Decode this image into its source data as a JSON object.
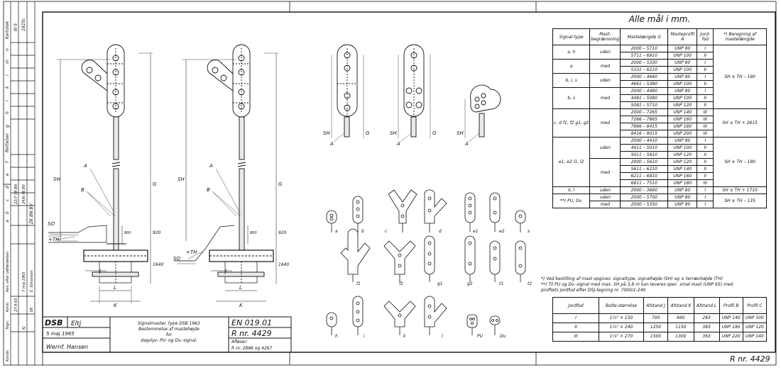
{
  "sheet": {
    "table_title": "Alle mål i mm.",
    "bottom_ref": "R nr. 4429"
  },
  "side_strip": {
    "kartotek": "Kartotek",
    "kartotek_val1": "III 5",
    "kartotek_val2": "1925c",
    "letters": [
      "n",
      "m",
      "l",
      "k",
      "i",
      "h",
      "g"
    ],
    "rettelser": "Rettelser",
    "letters2": [
      "f",
      "e",
      "d",
      "c",
      "b",
      "a"
    ],
    "rev_entries": [
      "22/7-78 BN",
      "24/6-76 BV",
      "ZK BN BV"
    ],
    "rev_etter": "Rev. efter udfærdelsen",
    "kontr": "Kontr.",
    "tegn": "Tegn.",
    "konstr": "Konstr.",
    "dates": [
      "27-4-65",
      "7 maj 1965"
    ],
    "names": [
      "E. Simonsen",
      "EK",
      "Kj"
    ]
  },
  "title_block": {
    "dsb": "DSB",
    "dept": "Eltj",
    "date": "5 maj 1965",
    "signature": "Wernf. Hansen",
    "title_line1": "Signalmaster, type DSB 1963",
    "title_line2": "Bestemmelse af mastehøjde",
    "title_line3": "for",
    "title_line4": "dagslys- PU- og Dv.-signal.",
    "en_nr": "EN 019.01",
    "r_nr": "R nr. 4429",
    "afloser": "Afløser:",
    "afloser_val": "R nr. 2896 og 4267"
  },
  "drawing_labels": {
    "SH": "SH",
    "G": "G",
    "A": "A",
    "B": "B",
    "SO": "SO",
    "TH": "+TH",
    "dim_920": "920",
    "dim_1640": "1640",
    "dim_800": "800",
    "J": "J",
    "L": "L",
    "K": "K",
    "SA": "SO"
  },
  "signal_labels": [
    "a",
    "b",
    "c",
    "d",
    "e1",
    "e2",
    "s",
    "f1",
    "f2",
    "g1",
    "g2",
    "t1",
    "t2",
    "h",
    "i",
    "k",
    "l",
    "PU",
    "Dv."
  ],
  "main_table": {
    "headers": [
      "Signal-type",
      "Mast-begrænsning",
      "Mastelængde G",
      "Masteprofil A",
      "Jord-fod",
      "*) Beregning af mastelængde"
    ],
    "rows": [
      [
        "a, h",
        "uden",
        "2000 – 5710",
        "UNP 80",
        "I"
      ],
      [
        "",
        "",
        "5711 – 6910",
        "UNP 100",
        "II"
      ],
      [
        "a",
        "med",
        "2000 – 5330",
        "UNP 80",
        "I"
      ],
      [
        "",
        "",
        "5331 – 6210",
        "UNP 100",
        "II"
      ],
      [
        "b, i, s",
        "uden",
        "2000 – 4660",
        "UNP 80",
        "I"
      ],
      [
        "",
        "",
        "4661 – 5380",
        "UNP 100",
        "II"
      ],
      [
        "b, s",
        "med",
        "2000 – 4480",
        "UNP 80",
        "I"
      ],
      [
        "",
        "",
        "4481 – 5080",
        "UNP 100",
        "II"
      ],
      [
        "",
        "",
        "5081 – 5710",
        "UNP 120",
        "II"
      ],
      [
        "c, d f1, f2 g1, g2",
        "med",
        "2000 – 7265",
        "UNP 140",
        "III"
      ],
      [
        "",
        "",
        "7266 – 7865",
        "UNP 160",
        "III"
      ],
      [
        "",
        "",
        "7866 – 8415",
        "UNP 180",
        "III"
      ],
      [
        "",
        "",
        "8416 – 9015",
        "UNP 200",
        "III"
      ],
      [
        "e1, e2 l1, l2",
        "uden",
        "2000 – 4410",
        "UNP 80",
        "I"
      ],
      [
        "",
        "",
        "4411 – 5010",
        "UNP 100",
        "II"
      ],
      [
        "",
        "",
        "5011 – 5810",
        "UNP 120",
        "II"
      ],
      [
        "",
        "med",
        "2000 – 5610",
        "UNP 120",
        "II"
      ],
      [
        "",
        "",
        "5611 – 6210",
        "UNP 140",
        "II"
      ],
      [
        "",
        "",
        "6211 – 6810",
        "UNP 160",
        "II"
      ],
      [
        "",
        "",
        "6811 – 7510",
        "UNP 180",
        "III"
      ],
      [
        "k, l",
        "uden",
        "2000 – 3660",
        "UNP 80",
        "I"
      ],
      [
        "**) PU, Dv.",
        "uden",
        "2000 – 5700",
        "UNP 80",
        "I"
      ],
      [
        "",
        "med",
        "2000 – 5350",
        "UNP 80",
        "I"
      ]
    ],
    "formulas": [
      "SH ± TH – 190",
      "SH ± TH + 2815",
      "SH ± TH – 190",
      "SH ± TH + 1710",
      "SH ± TH – 135"
    ]
  },
  "notes": {
    "n1": "*) Ved bestilling af mast opgives: signaltype, signalhøjde (SH) og ± terrænhøjde (TH)",
    "n2": "**) Til PU og Dv.-signal med max. SH på 3,8 m kan leveres spec. smal mast (UNP 65) med",
    "n3": "profilets jordfod efter DSJ-tegning nr. 7000/1-240"
  },
  "foundation_table": {
    "headers": [
      "Jordfod",
      "Bolte-størrelse",
      "Afstand J",
      "Afstand K",
      "Afstand L",
      "Profil B",
      "Profil C"
    ],
    "rows": [
      [
        "I",
        "1¼\" × 150",
        "700",
        "660",
        "283",
        "UNP 140",
        "UNP 100"
      ],
      [
        "II",
        "1¼\" × 240",
        "1250",
        "1150",
        "383",
        "UNP 180",
        "UNP 120"
      ],
      [
        "III",
        "1¼\" × 270",
        "1500",
        "1300",
        "363",
        "UNP 220",
        "UNP 140"
      ]
    ]
  }
}
